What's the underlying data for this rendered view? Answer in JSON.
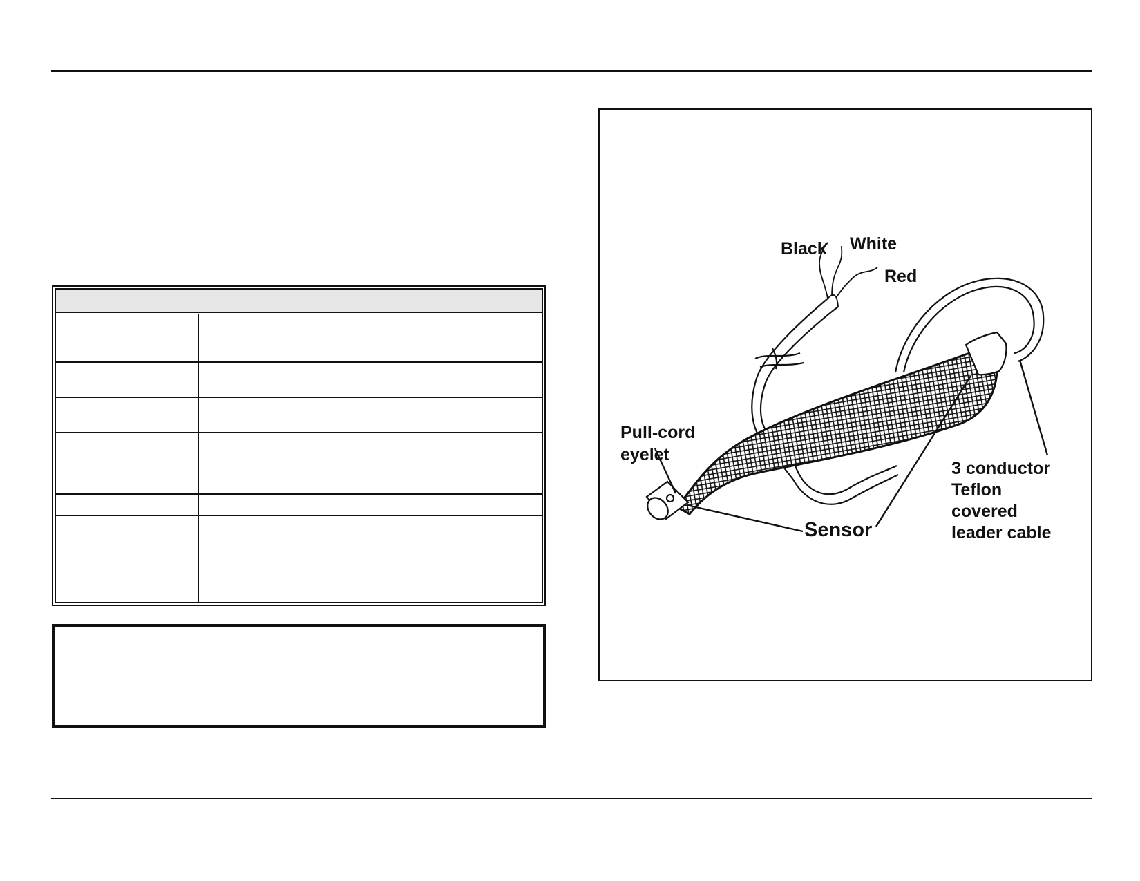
{
  "figure": {
    "labels": {
      "black": "Black",
      "white": "White",
      "red": "Red",
      "pull_cord_line1": "Pull-cord",
      "pull_cord_line2": "eyelet",
      "sensor": "Sensor",
      "cable_line1": "3 conductor",
      "cable_line2": "Teflon",
      "cable_line3": "covered",
      "cable_line4": "leader cable"
    }
  }
}
